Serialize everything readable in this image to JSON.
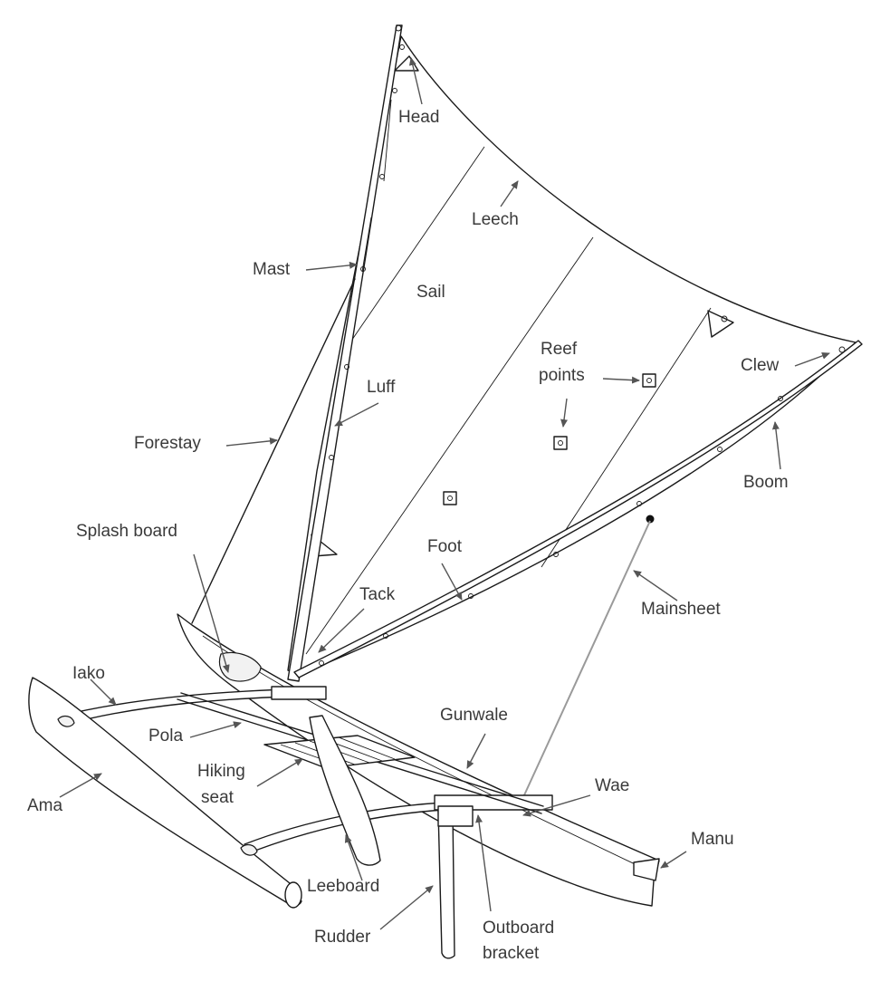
{
  "labels": {
    "head": "Head",
    "leech": "Leech",
    "mast": "Mast",
    "sail": "Sail",
    "reef_points_line1": "Reef",
    "reef_points_line2": "points",
    "clew": "Clew",
    "luff": "Luff",
    "forestay": "Forestay",
    "boom": "Boom",
    "splash_board": "Splash board",
    "foot": "Foot",
    "tack": "Tack",
    "mainsheet": "Mainsheet",
    "iako": "Iako",
    "gunwale": "Gunwale",
    "pola": "Pola",
    "hiking_seat_line1": "Hiking",
    "hiking_seat_line2": "seat",
    "wae": "Wae",
    "ama": "Ama",
    "manu": "Manu",
    "leeboard": "Leeboard",
    "rudder": "Rudder",
    "outboard_bracket_line1": "Outboard",
    "outboard_bracket_line2": "bracket"
  },
  "colors": {
    "line": "#1a1a1a",
    "label_text": "#3a3a3a",
    "arrow": "#555555",
    "mainsheet": "#9a9a9a"
  }
}
